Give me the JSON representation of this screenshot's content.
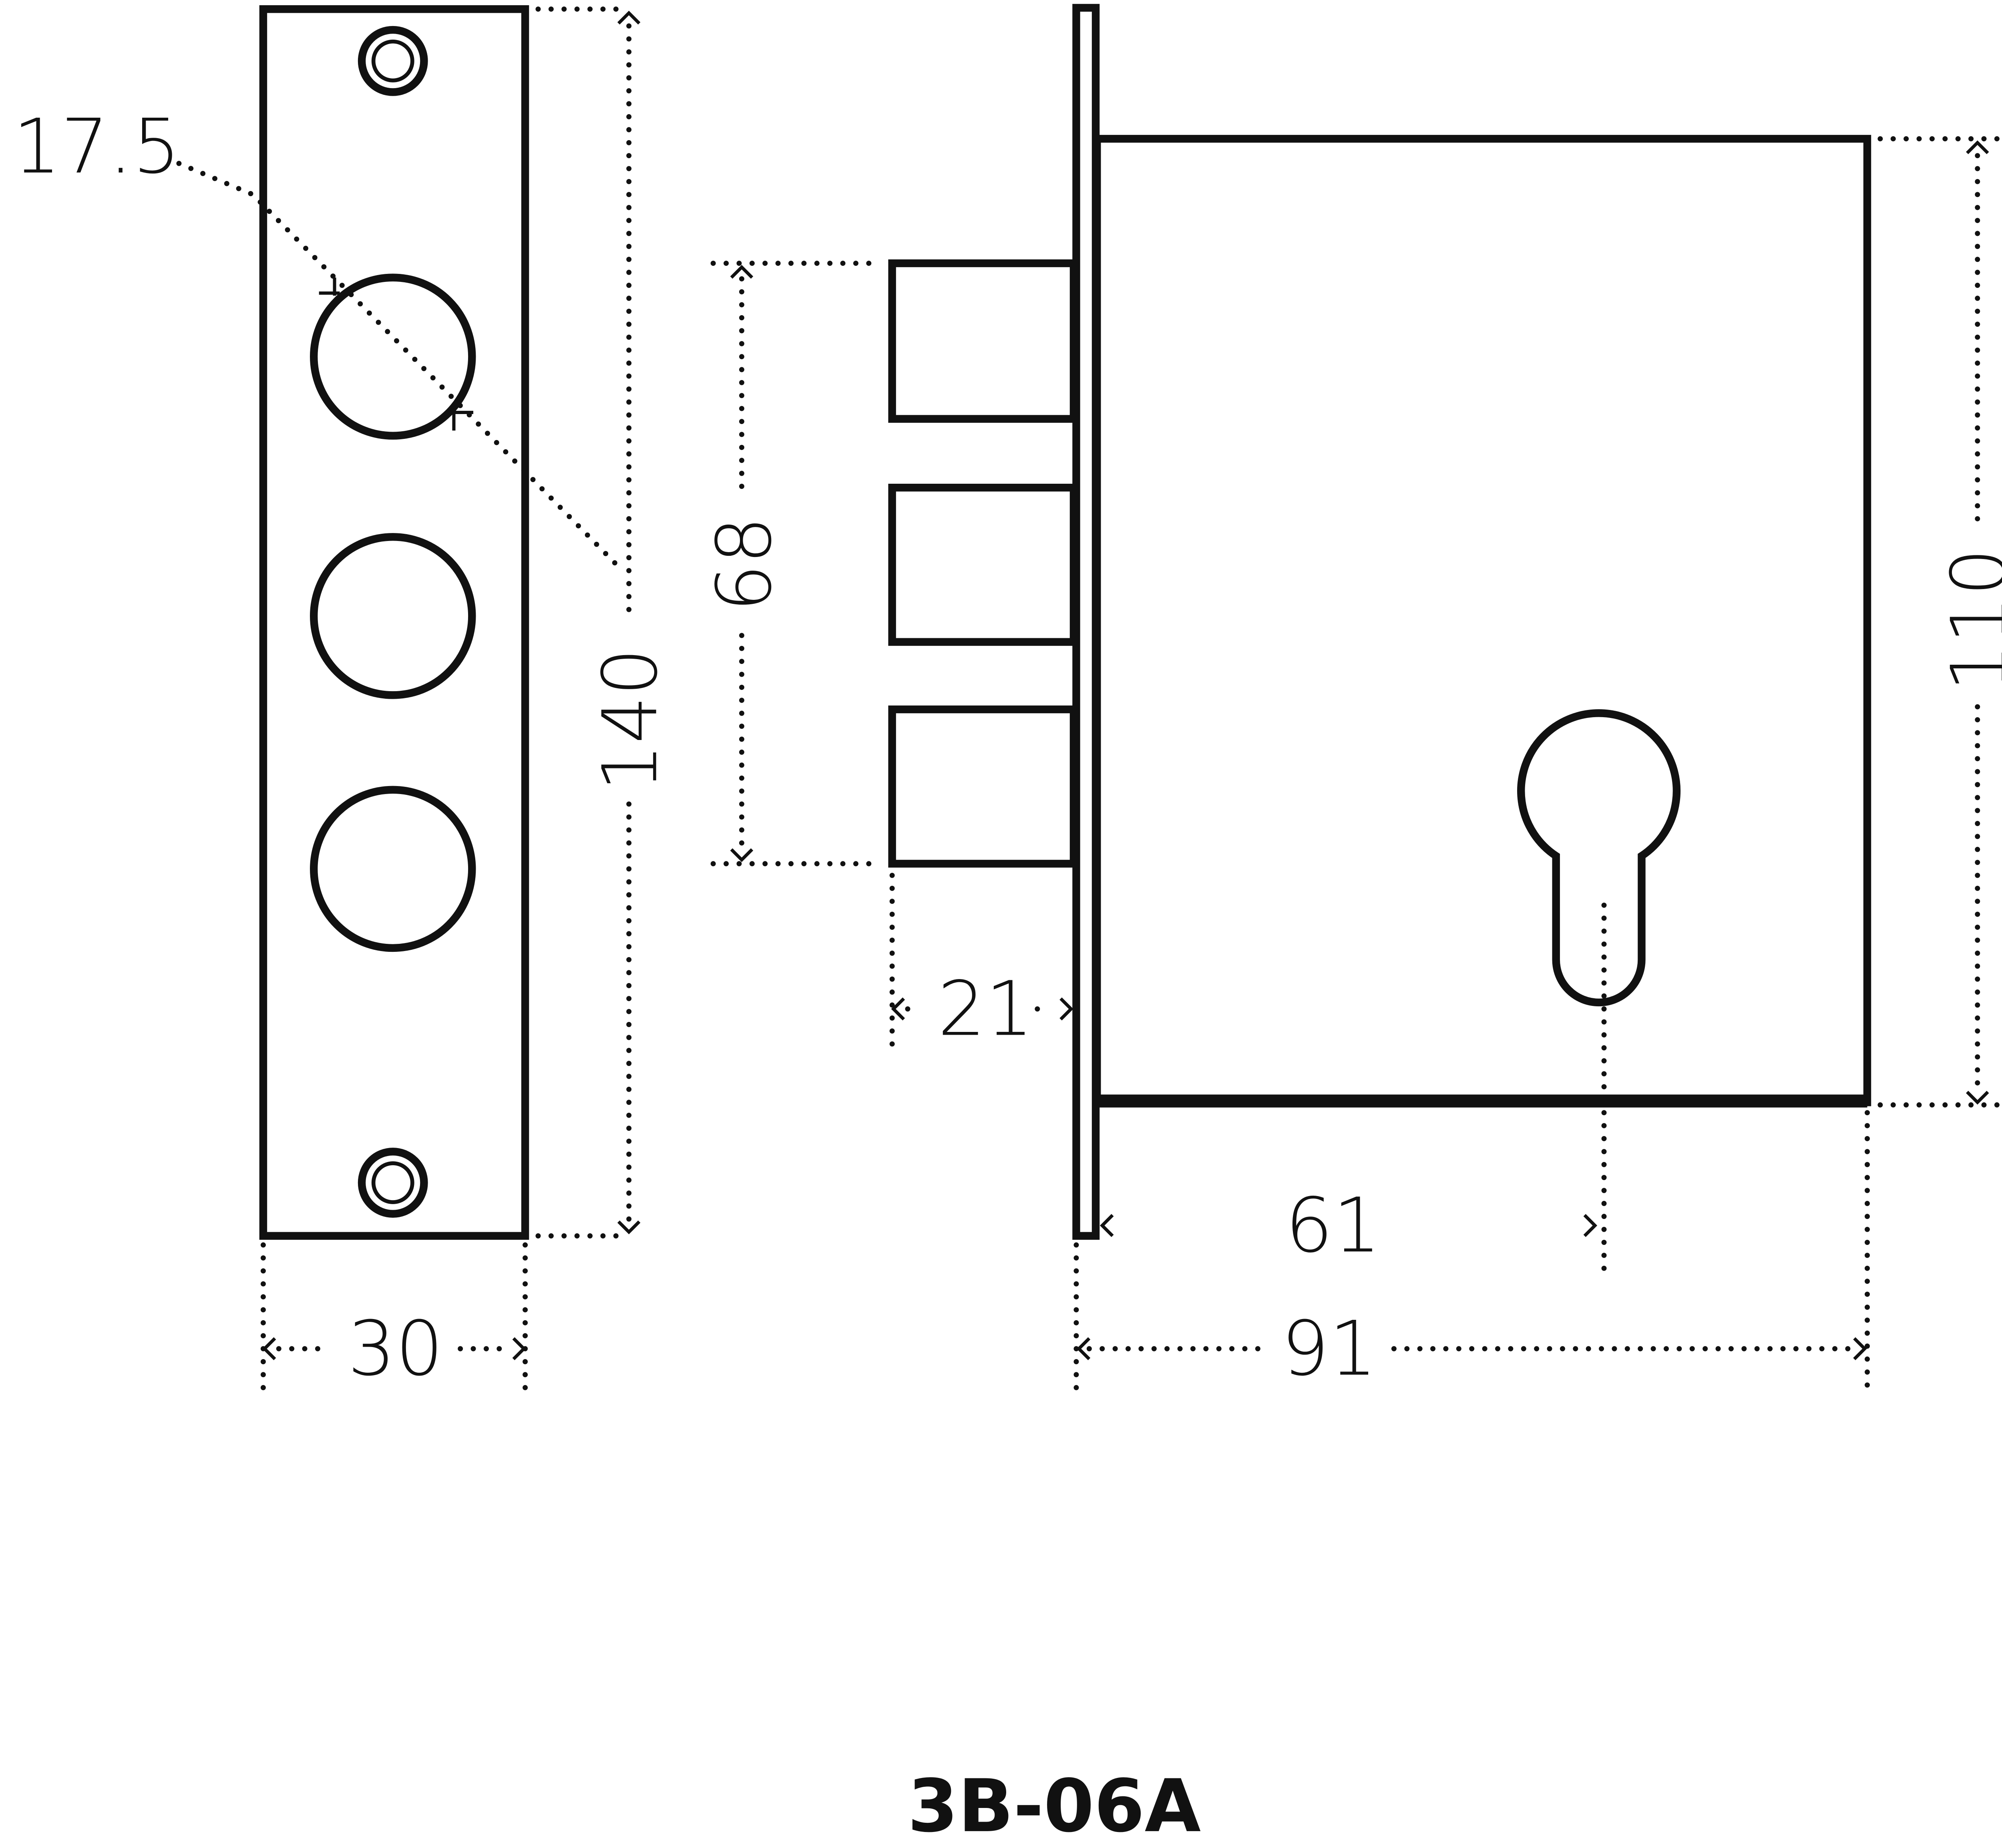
{
  "title": "3B-06A",
  "dimensions": {
    "hole_diameter": "17.5",
    "faceplate_height": "140",
    "faceplate_width": "30",
    "bolt_span": "68",
    "bolt_projection": "21",
    "backset": "61",
    "case_depth": "91",
    "case_height": "110"
  }
}
